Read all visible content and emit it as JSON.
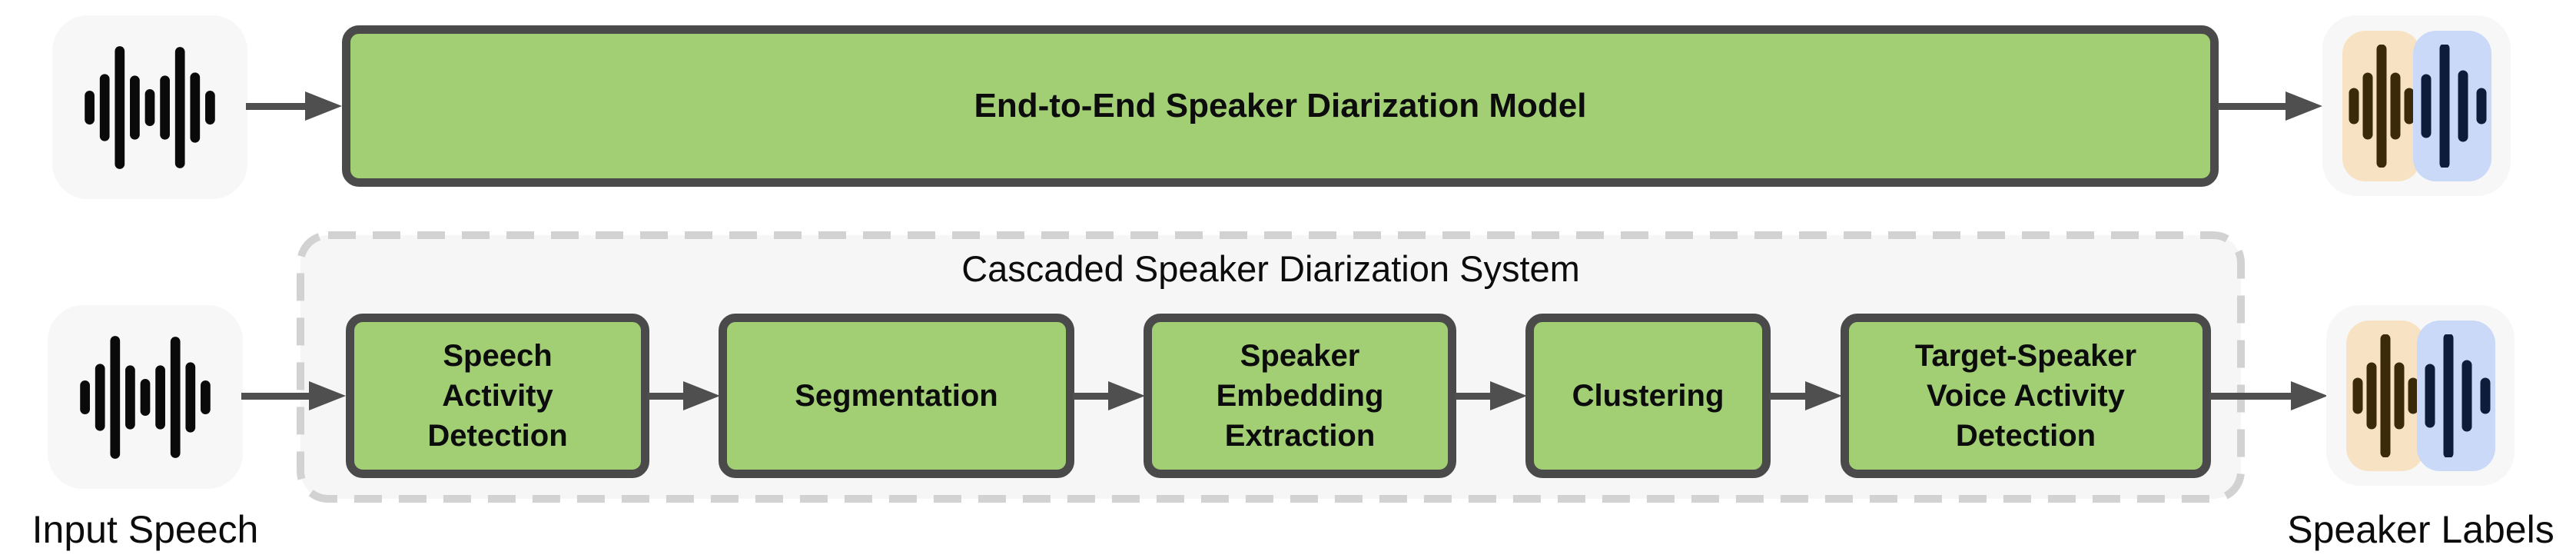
{
  "diagram": {
    "top_flow": {
      "model_label": "End-to-End Speaker Diarization Model"
    },
    "cascaded": {
      "title": "Cascaded Speaker Diarization System",
      "stages": [
        {
          "label": "Speech\nActivity\nDetection"
        },
        {
          "label": "Segmentation"
        },
        {
          "label": "Speaker\nEmbedding\nExtraction"
        },
        {
          "label": "Clustering"
        },
        {
          "label": "Target-Speaker\nVoice Activity\nDetection"
        }
      ]
    },
    "labels": {
      "input": "Input Speech",
      "output": "Speaker Labels"
    },
    "icons": {
      "input": "waveform-icon",
      "output": "dual-speaker-waveform-icon"
    },
    "colors": {
      "stage_fill": "#a2ce74",
      "stage_border": "#4a4a4a",
      "arrow": "#4f4f4f",
      "dashed_border": "#d2d2d2",
      "dashed_fill": "#f6f6f6",
      "icon_bg": "#f7f7f8",
      "speaker1_bg": "#f7e3c3",
      "speaker1_bars": "#3a2a0a",
      "speaker2_bg": "#c9d9f7",
      "speaker2_bars": "#0d1c38",
      "waveform": "#0a0a0a",
      "text": "#0c0c0c"
    }
  }
}
